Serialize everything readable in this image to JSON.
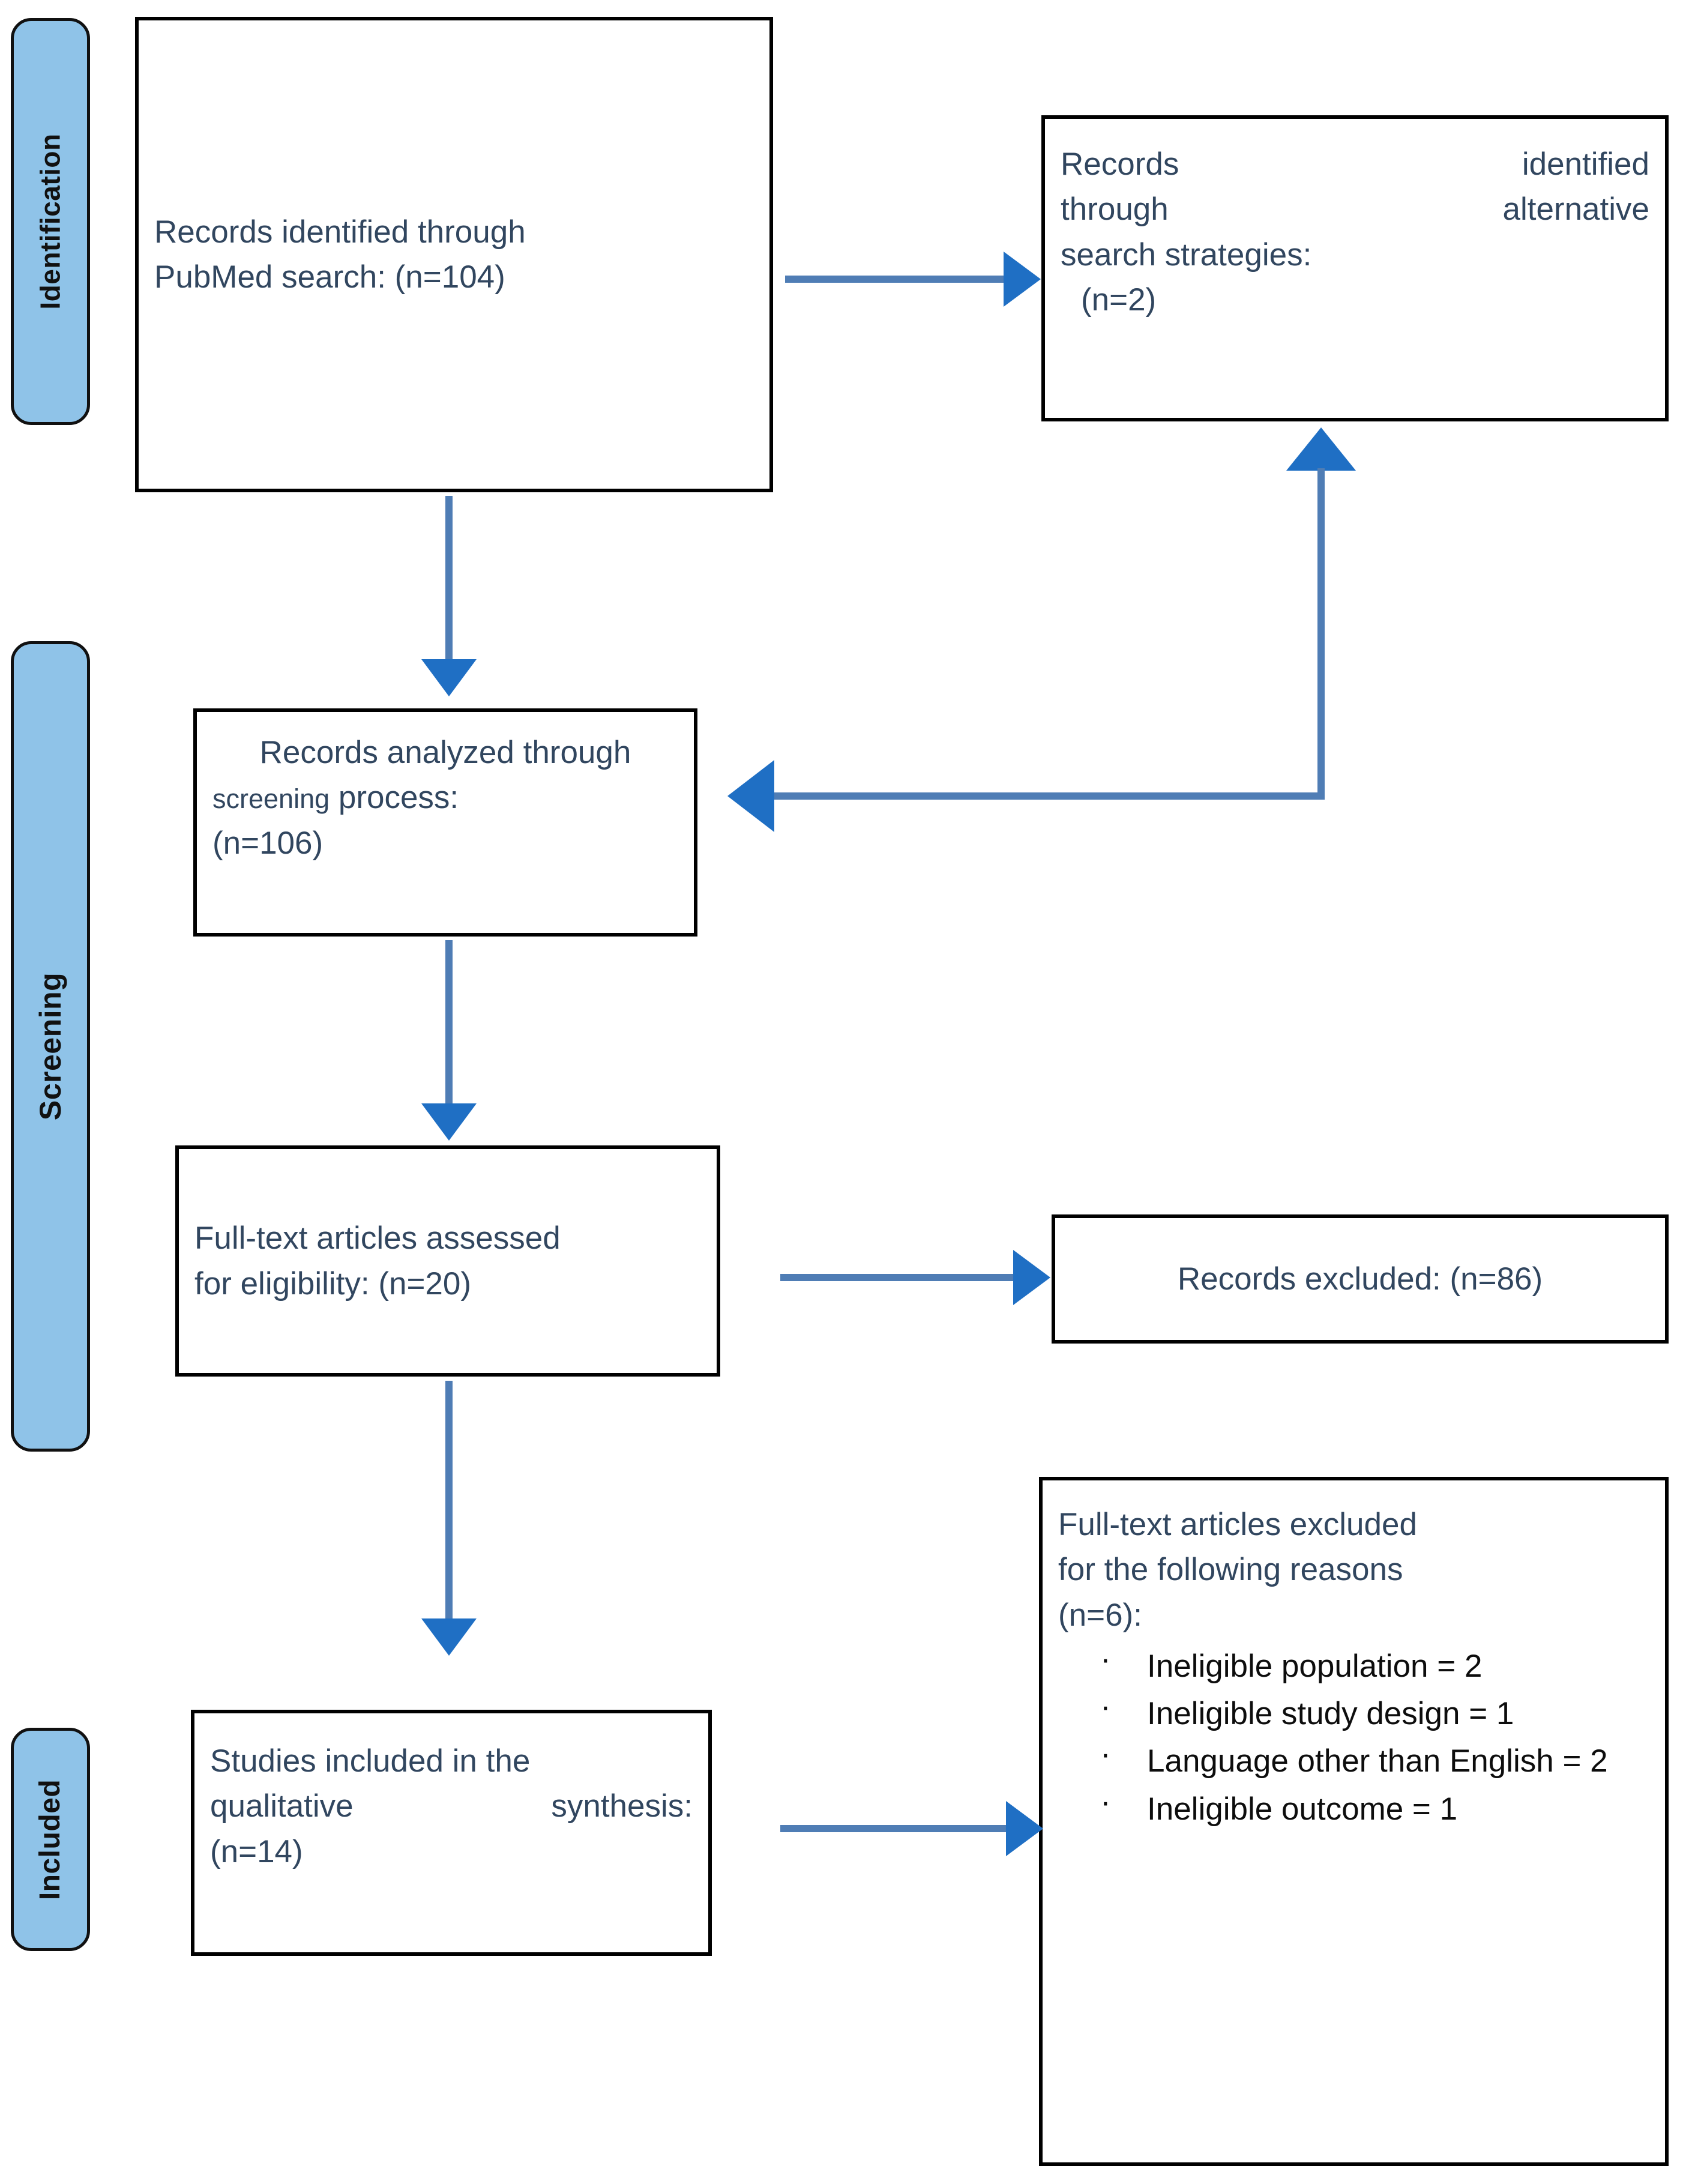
{
  "diagram": {
    "title": "PRISMA study selection flow diagram",
    "accent_blue": "#1f6fc4",
    "shaft_blue": "#4f7db5",
    "pill_fill": "#8fc3e8",
    "box_border": "#000000",
    "text_color": "#31465f"
  },
  "stages": [
    {
      "id": "identification",
      "label": "Identification"
    },
    {
      "id": "screening",
      "label": "Screening"
    },
    {
      "id": "included",
      "label": "Included"
    }
  ],
  "boxes": {
    "pubmed": {
      "line1": "Records identified through",
      "line2": "PubMed search: (n=104)"
    },
    "alternative": {
      "line1": "Records",
      "line2": "identified",
      "line3": "through",
      "line4": "alternative",
      "line5": "search strategies:",
      "line6": "(n=2)"
    },
    "screened": {
      "line1": "Records analyzed through",
      "line2": "screening",
      "line2b": "process:",
      "line3": "(n=106)"
    },
    "fulltext": {
      "line1": "Full-text articles assessed",
      "line2": "for eligibility: (n=20)"
    },
    "excluded": {
      "line1": "Records excluded: (n=86)"
    },
    "included": {
      "line1": "Studies included in the",
      "line2": "qualitative",
      "line2b": "synthesis:",
      "line3": "(n=14)"
    },
    "reasons": {
      "heading_line1": "Full-text articles excluded",
      "heading_line2": "for the following reasons",
      "heading_line3": "(n=6):",
      "items": [
        "Ineligible population = 2",
        "Ineligible study design = 1",
        "Language other than English = 2",
        "Ineligible outcome = 1"
      ]
    }
  },
  "connectors": [
    {
      "id": "pubmed-to-alternative",
      "direction": "right"
    },
    {
      "id": "alternative-to-screened",
      "direction": "left-elbow"
    },
    {
      "id": "pubmed-to-screened",
      "direction": "down"
    },
    {
      "id": "screened-to-fulltext",
      "direction": "down"
    },
    {
      "id": "fulltext-to-excluded",
      "direction": "right"
    },
    {
      "id": "fulltext-to-included",
      "direction": "down"
    },
    {
      "id": "included-to-reasons",
      "direction": "right"
    }
  ]
}
